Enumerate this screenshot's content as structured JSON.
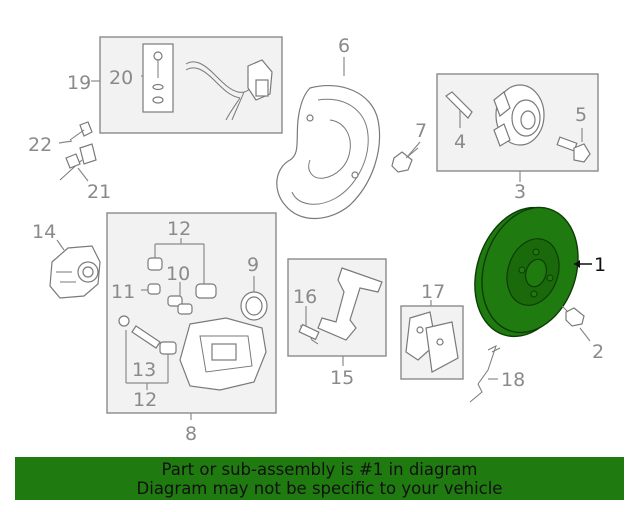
{
  "callouts": {
    "n1": "1",
    "n2": "2",
    "n3": "3",
    "n4": "4",
    "n5": "5",
    "n6": "6",
    "n7": "7",
    "n8": "8",
    "n9": "9",
    "n10": "10",
    "n11": "11",
    "n12a": "12",
    "n12b": "12",
    "n13": "13",
    "n14": "14",
    "n15": "15",
    "n16": "16",
    "n17": "17",
    "n18": "18",
    "n19": "19",
    "n20": "20",
    "n21": "21",
    "n22": "22"
  },
  "banner": {
    "line1": "Part or sub-assembly is #1 in diagram",
    "line2": "Diagram may not be specific to your vehicle"
  },
  "colors": {
    "highlight_part": "#1f7a0f",
    "banner_background": "#1f7a0f"
  }
}
